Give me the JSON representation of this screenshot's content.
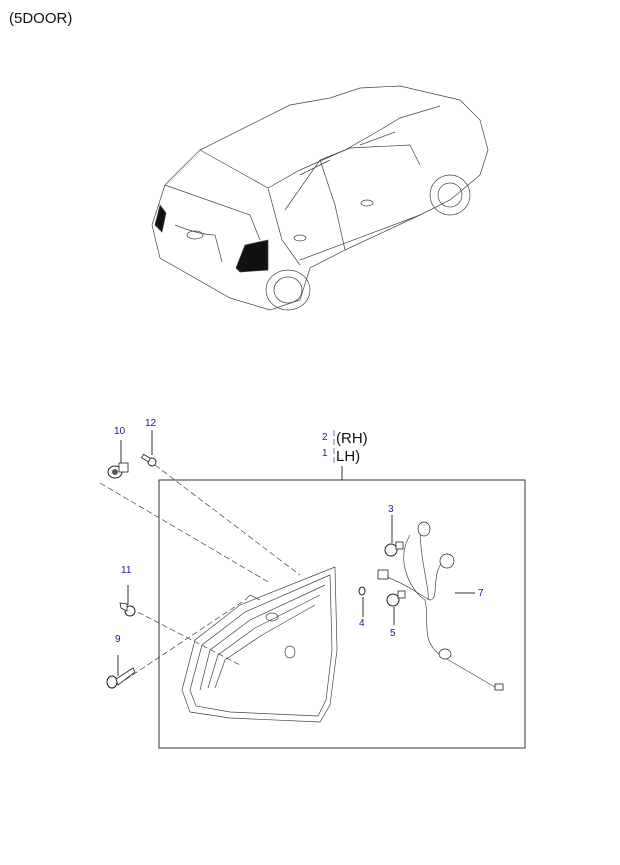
{
  "header": {
    "title": "(5DOOR)"
  },
  "assembly": {
    "rh_number": "2",
    "rh_label": "(RH)",
    "lh_number": "1",
    "lh_label": "LH)"
  },
  "callouts": [
    {
      "id": "c3",
      "number": "3",
      "part": "bulb"
    },
    {
      "id": "c4",
      "number": "4",
      "part": "wedge-bulb"
    },
    {
      "id": "c5",
      "number": "5",
      "part": "bulb"
    },
    {
      "id": "c7",
      "number": "7",
      "part": "wiring-harness"
    },
    {
      "id": "c9",
      "number": "9",
      "part": "screw"
    },
    {
      "id": "c10",
      "number": "10",
      "part": "nut"
    },
    {
      "id": "c11",
      "number": "11",
      "part": "grommet"
    },
    {
      "id": "c12",
      "number": "12",
      "part": "stud"
    }
  ],
  "colors": {
    "callout": "#1a1aa0",
    "line": "#333333"
  }
}
